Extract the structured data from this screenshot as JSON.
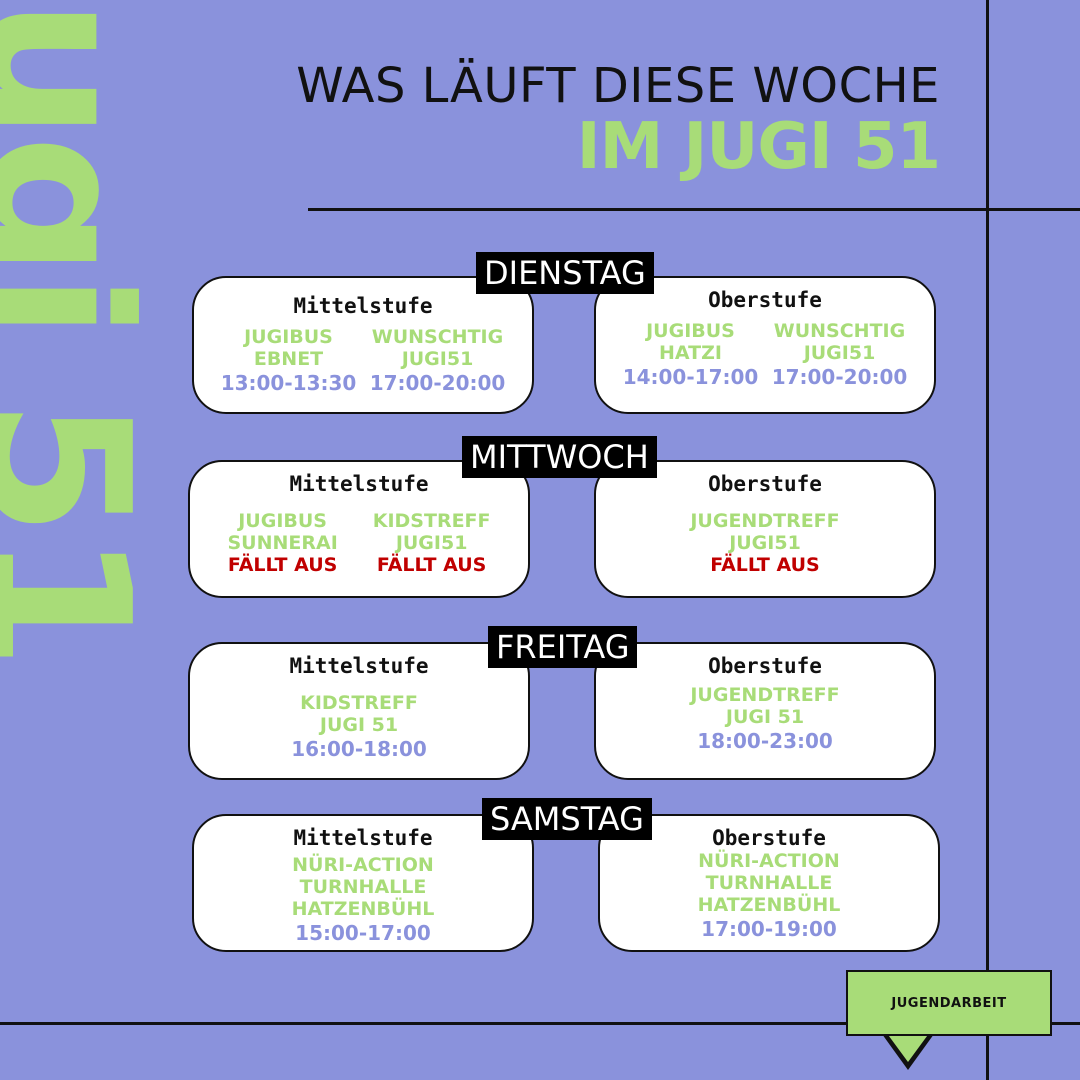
{
  "logo": {
    "text": "jugi 51"
  },
  "title": {
    "line1": "WAS LÄUFT DIESE WOCHE",
    "line2": "IM JUGI 51"
  },
  "days": [
    {
      "name": "DIENSTAG",
      "left": {
        "header": "Mittelstufe",
        "items": [
          {
            "lines": [
              "JUGIBUS",
              "EBNET"
            ],
            "time": "13:00-13:30"
          },
          {
            "lines": [
              "WUNSCHTIG",
              "JUGI51"
            ],
            "time": "17:00-20:00"
          }
        ]
      },
      "right": {
        "header": "Oberstufe",
        "items": [
          {
            "lines": [
              "JUGIBUS",
              "HATZI"
            ],
            "time": "14:00-17:00"
          },
          {
            "lines": [
              "WUNSCHTIG",
              "JUGI51"
            ],
            "time": "17:00-20:00"
          }
        ]
      }
    },
    {
      "name": "MITTWOCH",
      "left": {
        "header": "Mittelstufe",
        "items": [
          {
            "lines": [
              "JUGIBUS",
              "SUNNERAI"
            ],
            "cancel": "FÄLLT AUS"
          },
          {
            "lines": [
              "KIDSTREFF",
              "JUGI51"
            ],
            "cancel": "FÄLLT AUS"
          }
        ]
      },
      "right": {
        "header": "Oberstufe",
        "items": [
          {
            "lines": [
              "JUGENDTREFF",
              "JUGI51"
            ],
            "cancel": "FÄLLT AUS"
          }
        ]
      }
    },
    {
      "name": "FREITAG",
      "left": {
        "header": "Mittelstufe",
        "items": [
          {
            "lines": [
              "KIDSTREFF",
              "JUGI 51"
            ],
            "time": "16:00-18:00"
          }
        ]
      },
      "right": {
        "header": "Oberstufe",
        "items": [
          {
            "lines": [
              "JUGENDTREFF",
              "JUGI 51"
            ],
            "time": "18:00-23:00"
          }
        ]
      }
    },
    {
      "name": "SAMSTAG",
      "left": {
        "header": "Mittelstufe",
        "items": [
          {
            "lines": [
              "NÜRI-ACTION",
              "TURNHALLE",
              "HATZENBÜHL"
            ],
            "time": "15:00-17:00"
          }
        ]
      },
      "right": {
        "header": "Oberstufe",
        "items": [
          {
            "lines": [
              "NÜRI-ACTION",
              "TURNHALLE",
              "HATZENBÜHL"
            ],
            "time": "17:00-19:00"
          }
        ]
      }
    }
  ],
  "badge": {
    "label": "JUGENDARBEIT"
  },
  "colors": {
    "background": "#8a92dc",
    "green": "#a8dc78",
    "red": "#c00000",
    "black": "#111111"
  }
}
